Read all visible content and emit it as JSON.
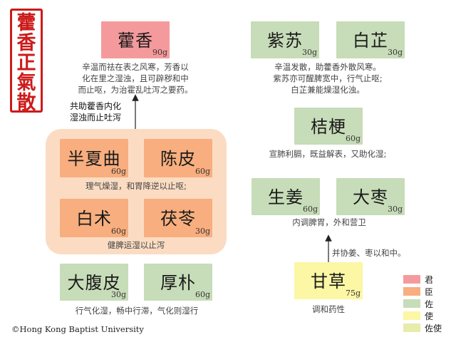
{
  "title_chars": [
    "藿",
    "香",
    "正",
    "氣",
    "散"
  ],
  "herbs": {
    "huoxiang": {
      "name": "藿香",
      "dose": "90g"
    },
    "zisu": {
      "name": "紫苏",
      "dose": "30g"
    },
    "baizhi": {
      "name": "白芷",
      "dose": "30g"
    },
    "jiegeng": {
      "name": "桔梗",
      "dose": "60g"
    },
    "banxiaqu": {
      "name": "半夏曲",
      "dose": "60g"
    },
    "chenpi": {
      "name": "陈皮",
      "dose": "60g"
    },
    "baizhu": {
      "name": "白术",
      "dose": "60g"
    },
    "fuling": {
      "name": "茯苓",
      "dose": "30g"
    },
    "shengjiang": {
      "name": "生姜",
      "dose": "60g"
    },
    "dazao": {
      "name": "大枣",
      "dose": "30g"
    },
    "dafupi": {
      "name": "大腹皮",
      "dose": "30g"
    },
    "houpo": {
      "name": "厚朴",
      "dose": "60g"
    },
    "gancao": {
      "name": "甘草",
      "dose": "75g"
    }
  },
  "descriptions": {
    "huoxiang": [
      "辛温而祛在表之风寒，芳香以",
      "化在里之湿浊，且可辟秽和中",
      "而止呕，为治霍乱吐泻之要药。"
    ],
    "zisu_baizhi": [
      "辛温发散，助藿香外散风寒。",
      "紫苏亦可醒脾宽中，行气止呕;",
      "白芷兼能燥湿化浊。"
    ],
    "assist": [
      "共助藿香内化",
      "湿浊而止吐泻"
    ],
    "jiegeng": "宣肺利膈，既益解表，又助化湿;",
    "banxia_chenpi": "理气燥湿，和胃降逆以止呕;",
    "baizhu_fuling": "健脾运湿以止泻",
    "jiang_zao": "内调脾胃，外和营卫",
    "gancao_link": "并协姜、枣以和中。",
    "dafupi_houpo": "行气化湿，畅中行滞，气化则湿行",
    "gancao": "调和药性"
  },
  "legend": [
    {
      "label": "君",
      "color": "#f59a9c"
    },
    {
      "label": "臣",
      "color": "#f8ae7e"
    },
    {
      "label": "佐",
      "color": "#c7dcb8"
    },
    {
      "label": "使",
      "color": "#fbf7a4"
    },
    {
      "label": "佐使",
      "color": "#e6ecaa"
    }
  ],
  "copyright": "©Hong Kong Baptist University"
}
